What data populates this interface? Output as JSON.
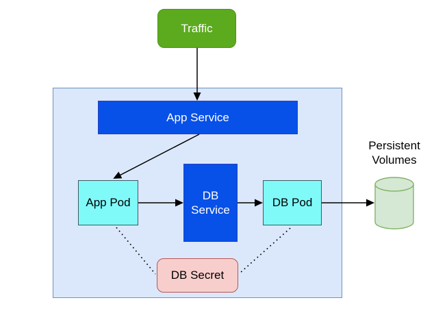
{
  "diagram": {
    "nodes": {
      "traffic": {
        "label": "Traffic",
        "shape": "rounded-rect"
      },
      "app_service": {
        "label": "App Service",
        "shape": "rect"
      },
      "app_pod": {
        "label": "App Pod",
        "shape": "rect"
      },
      "db_service": {
        "label": "DB Service",
        "shape": "rect"
      },
      "db_pod": {
        "label": "DB Pod",
        "shape": "rect"
      },
      "db_secret": {
        "label": "DB Secret",
        "shape": "rounded-rect"
      },
      "persistent_volumes": {
        "label": "Persistent\nVolumes",
        "shape": "cylinder"
      },
      "namespace": {
        "label": "",
        "shape": "container"
      }
    },
    "edges": [
      {
        "from": "traffic",
        "to": "app_service",
        "style": "solid",
        "arrowhead": true
      },
      {
        "from": "app_service",
        "to": "app_pod",
        "style": "solid",
        "arrowhead": true
      },
      {
        "from": "app_pod",
        "to": "db_service",
        "style": "solid",
        "arrowhead": true
      },
      {
        "from": "db_service",
        "to": "db_pod",
        "style": "solid",
        "arrowhead": true
      },
      {
        "from": "db_pod",
        "to": "persistent_volumes",
        "style": "solid",
        "arrowhead": true
      },
      {
        "from": "app_pod",
        "to": "db_secret",
        "style": "dotted",
        "arrowhead": false
      },
      {
        "from": "db_pod",
        "to": "db_secret",
        "style": "dotted",
        "arrowhead": false
      }
    ],
    "colors": {
      "traffic_fill": "#5caa1e",
      "traffic_stroke": "#4c9312",
      "traffic_text": "#ffffff",
      "service_fill": "#0750e8",
      "service_stroke": "#2a3fbd",
      "service_text": "#ffffff",
      "pod_fill": "#80f9f9",
      "pod_stroke": "#3c5a5e",
      "pod_text": "#000000",
      "secret_fill": "#f8cecc",
      "secret_stroke": "#b85450",
      "secret_text": "#000000",
      "namespace_fill": "#dbe8fb",
      "namespace_stroke": "#6e90bf",
      "volume_fill": "#d5e8d4",
      "volume_stroke": "#82b366",
      "connector": "#000000",
      "canvas_background": "#ffffff"
    }
  }
}
